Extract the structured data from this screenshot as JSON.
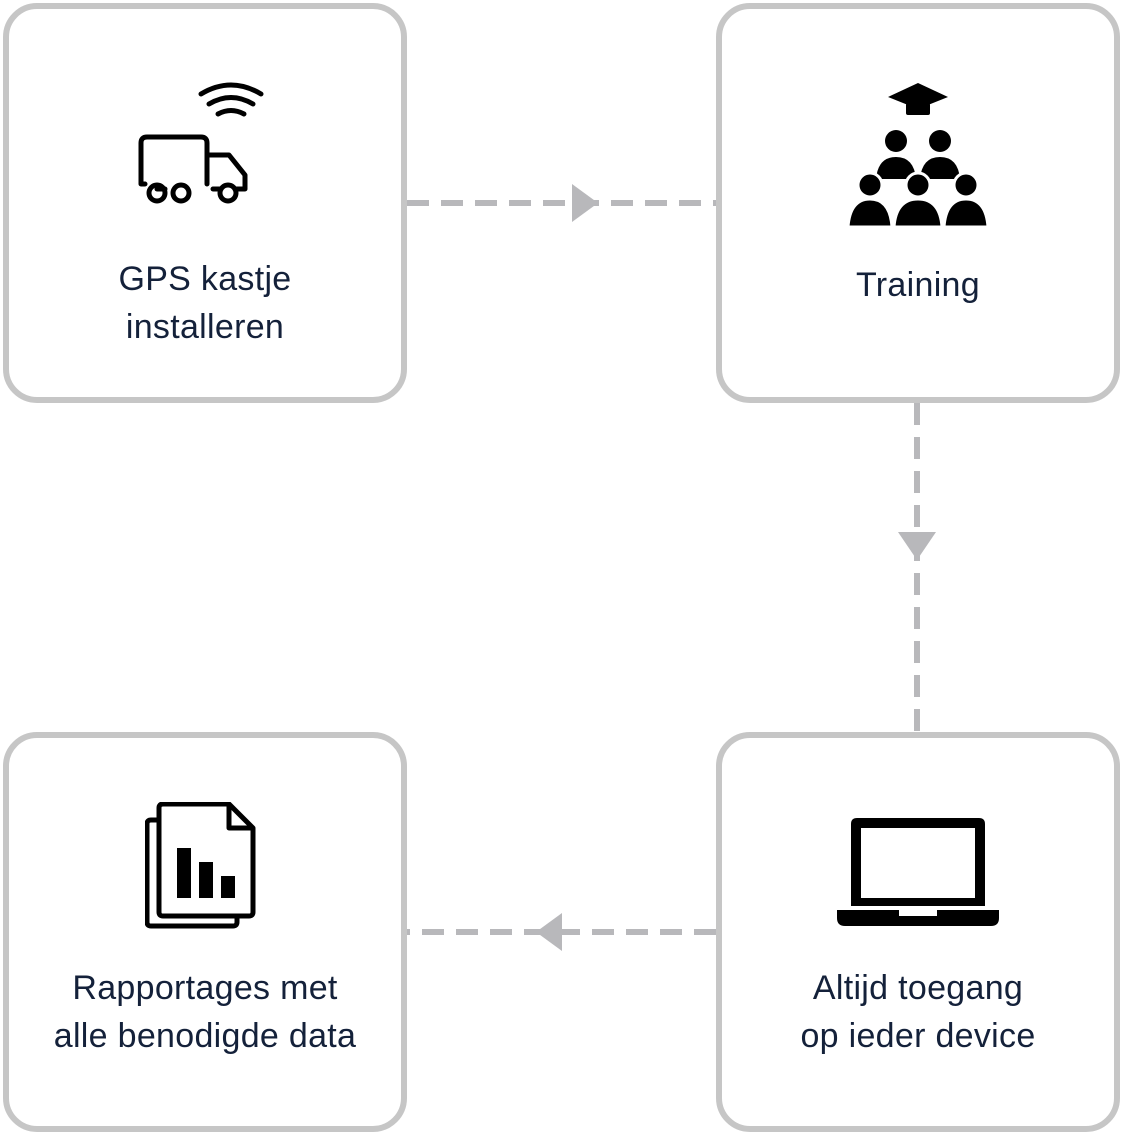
{
  "steps": [
    {
      "id": "gps",
      "icon": "truck-wifi-icon",
      "label_lines": [
        "GPS kastje",
        "installeren"
      ]
    },
    {
      "id": "training",
      "icon": "graduation-group-icon",
      "label_lines": [
        "Training"
      ]
    },
    {
      "id": "access",
      "icon": "laptop-icon",
      "label_lines": [
        "Altijd toegang",
        "op ieder device"
      ]
    },
    {
      "id": "reports",
      "icon": "report-documents-icon",
      "label_lines": [
        "Rapportages met",
        "alle benodigde data"
      ]
    }
  ],
  "colors": {
    "border": "#c6c6c6",
    "connector": "#b8b8bb",
    "text": "#14213a",
    "icon": "#000000"
  }
}
